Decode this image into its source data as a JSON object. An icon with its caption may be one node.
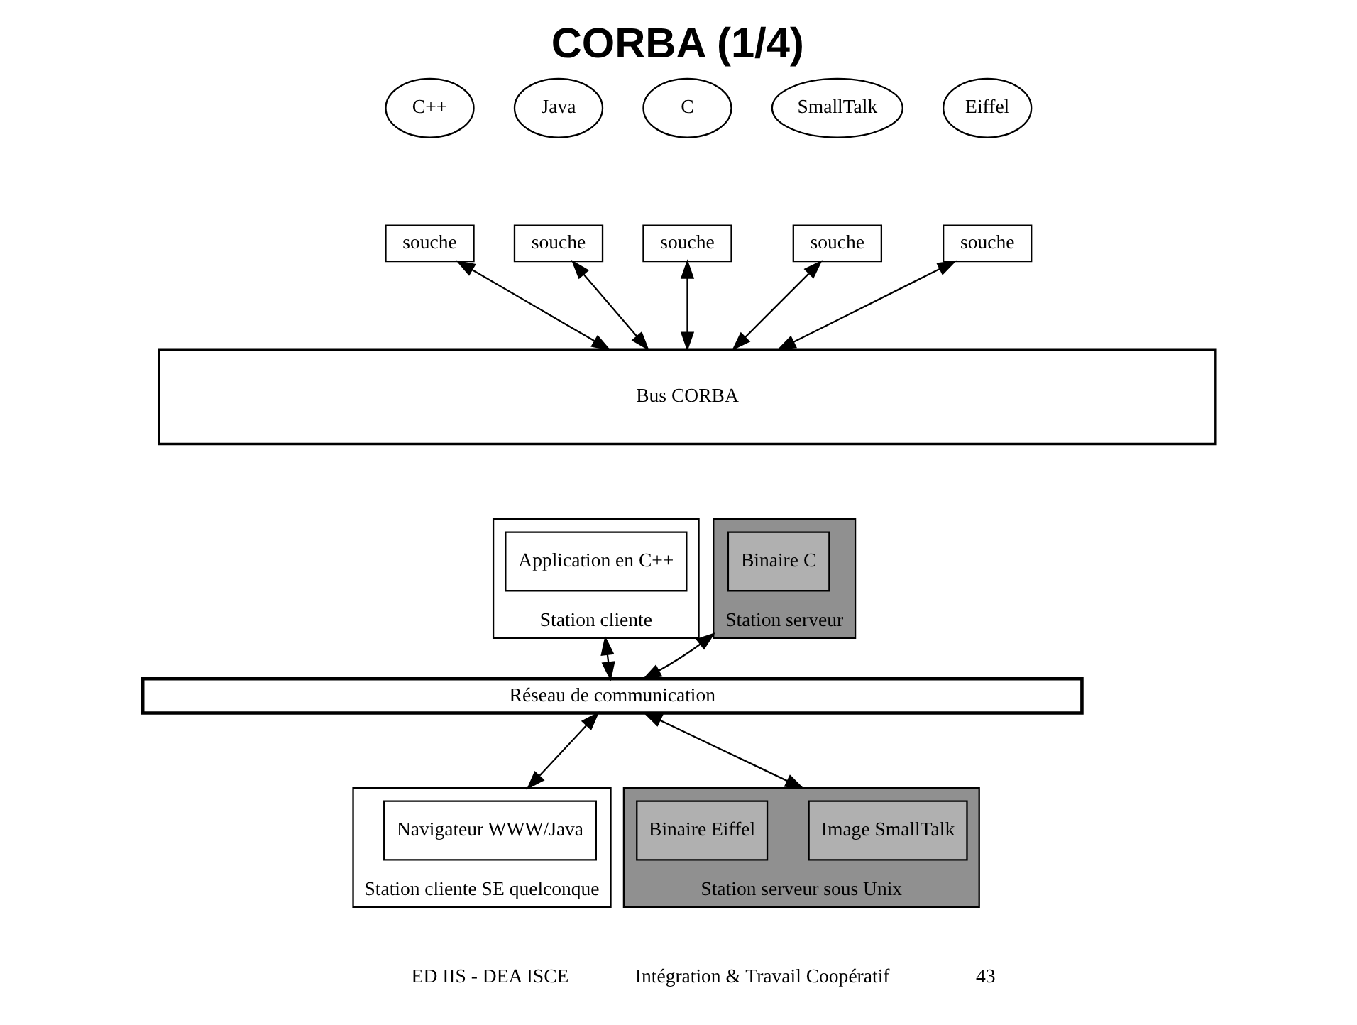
{
  "diagram": {
    "title": "CORBA (1/4)",
    "nodes": [
      {
        "text": [
          "C++"
        ]
      },
      {
        "text": [
          "souche"
        ]
      },
      {
        "text": [
          "Java"
        ]
      },
      {
        "text": [
          "souche"
        ]
      },
      {
        "text": [
          "C"
        ]
      },
      {
        "text": [
          "souche"
        ]
      },
      {
        "text": [
          "SmallTalk"
        ]
      },
      {
        "text": [
          "souche"
        ]
      },
      {
        "text": [
          "Eiffel"
        ]
      },
      {
        "text": [
          "souche"
        ]
      },
      {
        "text": [
          "Bus CORBA"
        ]
      },
      {
        "text": [
          "Station cliente"
        ]
      },
      {
        "text": [
          "Application en C++"
        ],
        "in": 11
      },
      {
        "text": [
          "Station serveur"
        ]
      },
      {
        "text": [
          "Binaire C"
        ],
        "in": 13
      },
      {
        "text": [
          "Réseau de communication"
        ]
      },
      {
        "text": [
          "Station cliente SE quelconque"
        ]
      },
      {
        "text": [
          "Navigateur WWW/Java"
        ],
        "in": 16
      },
      {
        "text": [
          "Station serveur sous Unix"
        ]
      },
      {
        "text": [
          "Image SmallTalk"
        ],
        "in": 18
      },
      {
        "text": [
          "Binaire Eiffel"
        ],
        "in": 18
      }
    ],
    "edges": [
      {
        "from": 1,
        "to": 10,
        "arrow": "both"
      },
      {
        "from": 3,
        "to": 10,
        "arrow": "both"
      },
      {
        "from": 5,
        "to": 10,
        "arrow": "both"
      },
      {
        "from": 7,
        "to": 10,
        "arrow": "both"
      },
      {
        "from": 9,
        "to": 10,
        "arrow": "both"
      },
      {
        "from": 11,
        "to": 15,
        "arrow": "both"
      },
      {
        "from": 13,
        "to": 15,
        "arrow": "both"
      },
      {
        "from": 15,
        "to": 16,
        "arrow": "both"
      },
      {
        "from": 15,
        "to": 18,
        "arrow": "both"
      }
    ],
    "labels": [
      "ED IIS - DEA ISCE",
      "Intégration & Travail Coopératif",
      "43"
    ]
  }
}
